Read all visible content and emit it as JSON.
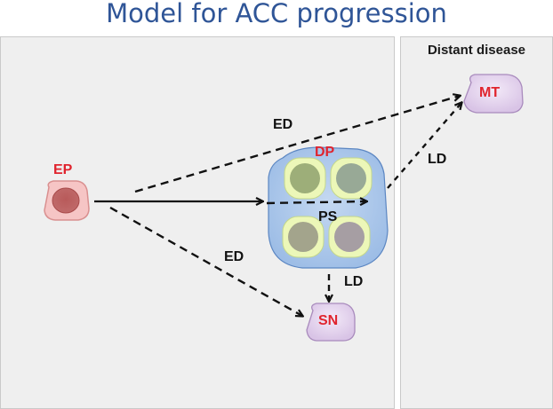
{
  "title": "Model for ACC progression",
  "panels": {
    "distant_title": "Distant disease"
  },
  "nodes": {
    "ep": "EP",
    "dp": "DP",
    "sn": "SN",
    "mt": "MT",
    "ps": "PS"
  },
  "edge_labels": {
    "ed_upper": "ED",
    "ed_lower": "ED",
    "ld_upper": "LD",
    "ld_lower": "LD"
  },
  "colors": {
    "title": "#2F5597",
    "node_label": "#e0242e",
    "panel_bg": "#efefef",
    "cluster_fill": "#aec8ea",
    "cell_rim": "#ecf7b8",
    "ep_fill": "#f6c5c5",
    "purple_node": "#e9dcf1"
  }
}
